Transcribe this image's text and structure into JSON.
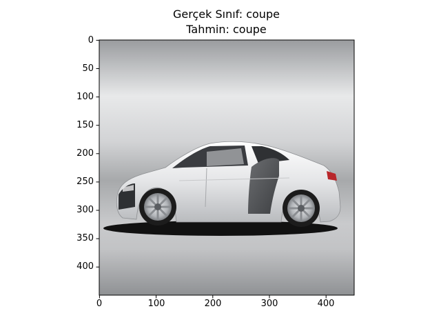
{
  "title": {
    "line1": "Gerçek Sınıf: coupe",
    "line2": "Tahmin: coupe"
  },
  "axes": {
    "x_ticks": [
      "0",
      "100",
      "200",
      "300",
      "400"
    ],
    "x_values": [
      0,
      100,
      200,
      300,
      400
    ],
    "y_ticks": [
      "0",
      "50",
      "100",
      "150",
      "200",
      "250",
      "300",
      "350",
      "400"
    ],
    "y_values": [
      0,
      50,
      100,
      150,
      200,
      250,
      300,
      350,
      400
    ],
    "x_range": [
      0,
      450
    ],
    "y_range": [
      0,
      450
    ]
  },
  "image": {
    "subject": "white sports coupe, side view",
    "colors": {
      "body": "#e6e6e8",
      "side_blade": "#555558",
      "window": "#3a3c40",
      "tire": "#1c1c1c",
      "rim": "#bfc2c6",
      "shadow": "#111111",
      "taillight": "#b8262a"
    }
  }
}
